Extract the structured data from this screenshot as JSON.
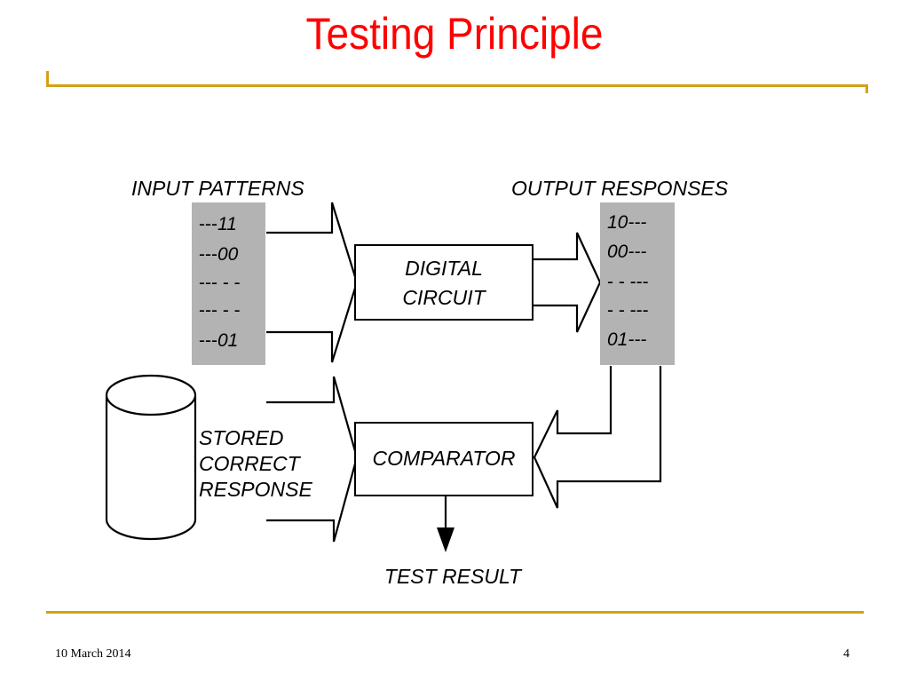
{
  "slide": {
    "title": "Testing Principle",
    "footer_date": "10 March 2014",
    "page_number": "4"
  },
  "diagram": {
    "input_patterns_label": "INPUT PATTERNS",
    "output_responses_label": "OUTPUT RESPONSES",
    "input_patterns": [
      {
        "dashes": "---",
        "bits": "11"
      },
      {
        "dashes": "---",
        "bits": "00"
      },
      {
        "dashes": "--- - -",
        "bits": ""
      },
      {
        "dashes": "--- - -",
        "bits": ""
      },
      {
        "dashes": "---",
        "bits": "01"
      }
    ],
    "output_responses": [
      {
        "bits": "10",
        "dashes": "---"
      },
      {
        "bits": "00",
        "dashes": "---"
      },
      {
        "bits": "",
        "dashes": "- - ---"
      },
      {
        "bits": "",
        "dashes": "- - ---"
      },
      {
        "bits": "01",
        "dashes": "---"
      }
    ],
    "circuit_label_line1": "DIGITAL",
    "circuit_label_line2": "CIRCUIT",
    "comparator_label": "COMPARATOR",
    "stored_label_line1": "STORED",
    "stored_label_line2": "CORRECT",
    "stored_label_line3": "RESPONSE",
    "test_result_label": "TEST RESULT",
    "colors": {
      "pattern_panel": "#b3b3b3",
      "title": "#ff0000",
      "rule": "#d4a017"
    }
  }
}
